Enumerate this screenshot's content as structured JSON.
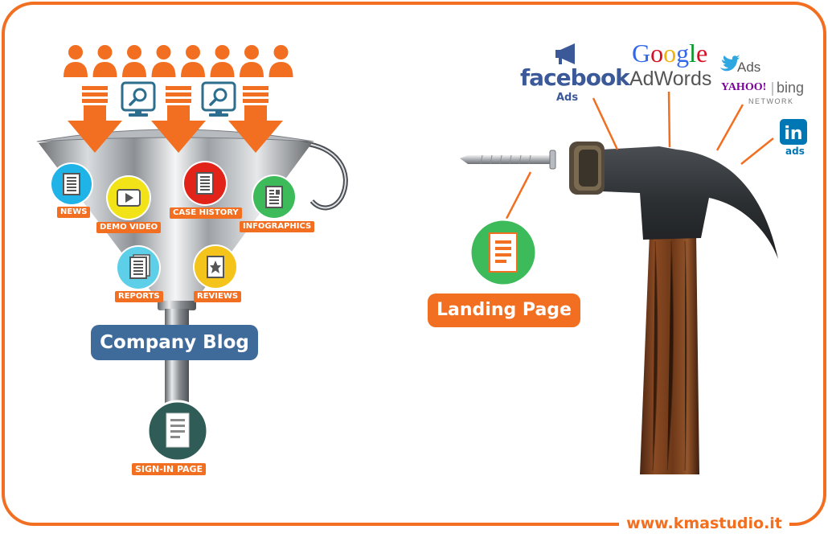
{
  "colors": {
    "brand_orange": "#f26f21",
    "blog_blue": "#3f6b9b",
    "news_cyan": "#1fb3e8",
    "video_yellow": "#f2e318",
    "case_red": "#e2231a",
    "infographics_green": "#3dbb5a",
    "reports_cyan": "#5ecfe8",
    "reviews_yellow": "#f4c41d",
    "signin_teal": "#2f5c56",
    "landing_green": "#3dbb5a"
  },
  "funnel": {
    "people_count": 8,
    "icons": {
      "person": "person-icon",
      "monitor": "search-monitor-icon",
      "arrow": "down-arrow-icon",
      "document": "document-icon"
    },
    "items": [
      {
        "label": "NEWS",
        "icon": "newspaper-icon",
        "color": "#1fb3e8"
      },
      {
        "label": "DEMO VIDEO",
        "icon": "play-video-icon",
        "color": "#f2e318"
      },
      {
        "label": "CASE HISTORY",
        "icon": "document-list-icon",
        "color": "#e2231a"
      },
      {
        "label": "INFOGRAPHICS",
        "icon": "infographic-icon",
        "color": "#3dbb5a"
      },
      {
        "label": "REPORTS",
        "icon": "report-stack-icon",
        "color": "#5ecfe8"
      },
      {
        "label": "REVIEWS",
        "icon": "star-review-icon",
        "color": "#f4c41d"
      }
    ],
    "blog_label": "Company Blog",
    "signin_label": "SIGN-IN PAGE"
  },
  "hammer": {
    "landing_label": "Landing Page",
    "logos": {
      "facebook": "facebook",
      "facebook_ads": "Ads",
      "google": [
        "G",
        "o",
        "o",
        "g",
        "l",
        "e"
      ],
      "google_colors": [
        "#3369e8",
        "#d50f25",
        "#eeb211",
        "#3369e8",
        "#009925",
        "#d50f25"
      ],
      "adwords": "AdWords",
      "twitter_ads": "Ads",
      "yahoo": "YAHOO!",
      "bing": "bing",
      "network": "NETWORK",
      "linkedin": "in",
      "linkedin_ads": "ads"
    }
  },
  "footer": {
    "url": "www.kmastudio.it"
  }
}
